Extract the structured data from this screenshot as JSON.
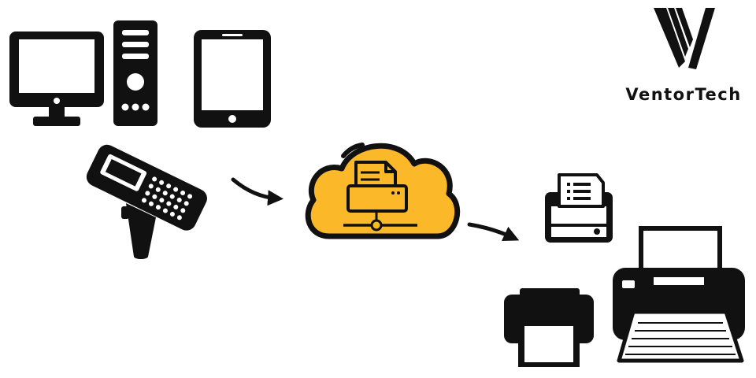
{
  "brand": {
    "name": "VentorTech",
    "logo_icon": "v-monogram-logo"
  },
  "colors": {
    "ink": "#111111",
    "cloud": "#FBB829",
    "paper": "#ffffff"
  },
  "nodes": {
    "sources": [
      "desktop-monitor-icon",
      "tower-pc-icon",
      "tablet-icon",
      "handheld-scanner-icon"
    ],
    "hub": "cloud-print-server-icon",
    "targets": [
      "receipt-printer-icon",
      "office-printer-icon",
      "large-printer-icon"
    ]
  },
  "flow": [
    "arrow-to-cloud",
    "arrow-to-printers"
  ]
}
